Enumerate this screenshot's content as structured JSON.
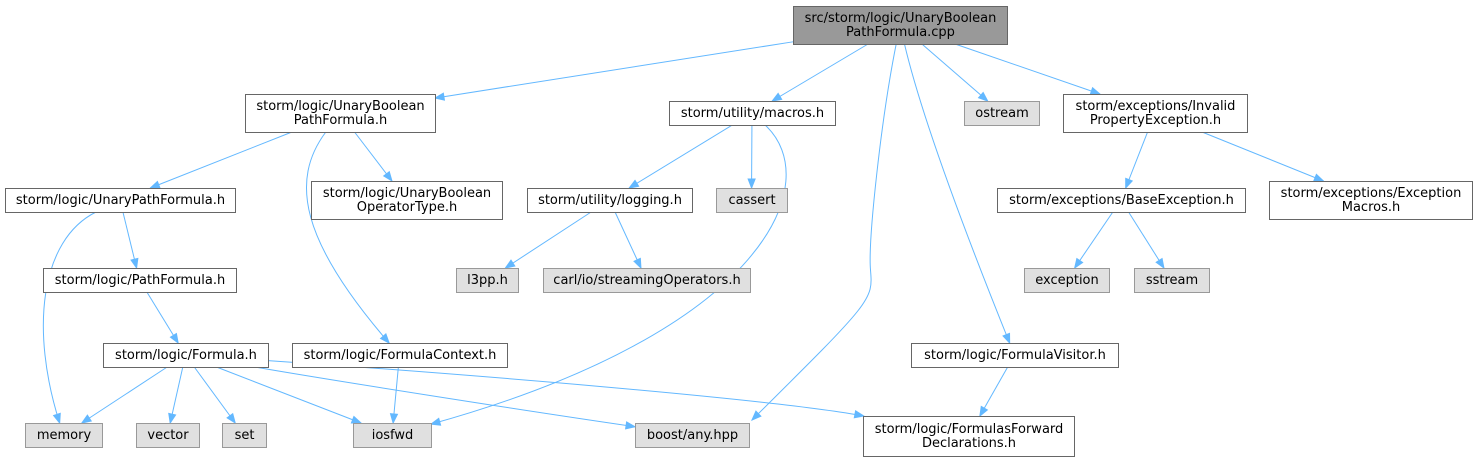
{
  "colors": {
    "root_fill": "#999999",
    "external_fill": "#e0e0e0",
    "external_border": "#999999",
    "node_fill": "#ffffff",
    "node_border": "#666666",
    "edge": "#63b8ff",
    "text": "#000000"
  },
  "nodes": [
    {
      "id": "root",
      "kind": "root",
      "lines": [
        "src/storm/logic/UnaryBoolean",
        "PathFormula.cpp"
      ]
    },
    {
      "id": "ubpf_h",
      "kind": "header",
      "lines": [
        "storm/logic/UnaryBoolean",
        "PathFormula.h"
      ]
    },
    {
      "id": "macros_h",
      "kind": "header",
      "lines": [
        "storm/utility/macros.h"
      ]
    },
    {
      "id": "ostream",
      "kind": "external",
      "lines": [
        "ostream"
      ]
    },
    {
      "id": "invalidprop_h",
      "kind": "header",
      "lines": [
        "storm/exceptions/Invalid",
        "PropertyException.h"
      ]
    },
    {
      "id": "upf_h",
      "kind": "header",
      "lines": [
        "storm/logic/UnaryPathFormula.h"
      ]
    },
    {
      "id": "ubot_h",
      "kind": "header",
      "lines": [
        "storm/logic/UnaryBoolean",
        "OperatorType.h"
      ]
    },
    {
      "id": "logging_h",
      "kind": "header",
      "lines": [
        "storm/utility/logging.h"
      ]
    },
    {
      "id": "cassert",
      "kind": "external",
      "lines": [
        "cassert"
      ]
    },
    {
      "id": "baseexc_h",
      "kind": "header",
      "lines": [
        "storm/exceptions/BaseException.h"
      ]
    },
    {
      "id": "excmacros_h",
      "kind": "header",
      "lines": [
        "storm/exceptions/Exception",
        "Macros.h"
      ]
    },
    {
      "id": "pathformula_h",
      "kind": "header",
      "lines": [
        "storm/logic/PathFormula.h"
      ]
    },
    {
      "id": "l3pp_h",
      "kind": "external",
      "lines": [
        "l3pp.h"
      ]
    },
    {
      "id": "streamops_h",
      "kind": "external",
      "lines": [
        "carl/io/streamingOperators.h"
      ]
    },
    {
      "id": "exception",
      "kind": "external",
      "lines": [
        "exception"
      ]
    },
    {
      "id": "sstream",
      "kind": "external",
      "lines": [
        "sstream"
      ]
    },
    {
      "id": "formula_h",
      "kind": "header",
      "lines": [
        "storm/logic/Formula.h"
      ]
    },
    {
      "id": "formulactx_h",
      "kind": "header",
      "lines": [
        "storm/logic/FormulaContext.h"
      ]
    },
    {
      "id": "formulavis_h",
      "kind": "header",
      "lines": [
        "storm/logic/FormulaVisitor.h"
      ]
    },
    {
      "id": "memory",
      "kind": "external",
      "lines": [
        "memory"
      ]
    },
    {
      "id": "vector",
      "kind": "external",
      "lines": [
        "vector"
      ]
    },
    {
      "id": "set",
      "kind": "external",
      "lines": [
        "set"
      ]
    },
    {
      "id": "iosfwd",
      "kind": "external",
      "lines": [
        "iosfwd"
      ]
    },
    {
      "id": "boostany",
      "kind": "external",
      "lines": [
        "boost/any.hpp"
      ]
    },
    {
      "id": "fwddecl_h",
      "kind": "header",
      "lines": [
        "storm/logic/FormulasForward",
        "Declarations.h"
      ]
    }
  ],
  "edges": [
    [
      "root",
      "ubpf_h"
    ],
    [
      "root",
      "macros_h"
    ],
    [
      "root",
      "boostany"
    ],
    [
      "root",
      "ostream"
    ],
    [
      "root",
      "invalidprop_h"
    ],
    [
      "root",
      "formulavis_h"
    ],
    [
      "ubpf_h",
      "upf_h"
    ],
    [
      "ubpf_h",
      "ubot_h"
    ],
    [
      "ubpf_h",
      "formulactx_h"
    ],
    [
      "macros_h",
      "logging_h"
    ],
    [
      "macros_h",
      "cassert"
    ],
    [
      "macros_h",
      "iosfwd"
    ],
    [
      "invalidprop_h",
      "baseexc_h"
    ],
    [
      "invalidprop_h",
      "excmacros_h"
    ],
    [
      "upf_h",
      "pathformula_h"
    ],
    [
      "upf_h",
      "memory"
    ],
    [
      "logging_h",
      "l3pp_h"
    ],
    [
      "logging_h",
      "streamops_h"
    ],
    [
      "baseexc_h",
      "exception"
    ],
    [
      "baseexc_h",
      "sstream"
    ],
    [
      "pathformula_h",
      "formula_h"
    ],
    [
      "formula_h",
      "memory"
    ],
    [
      "formula_h",
      "vector"
    ],
    [
      "formula_h",
      "set"
    ],
    [
      "formula_h",
      "iosfwd"
    ],
    [
      "formula_h",
      "boostany"
    ],
    [
      "formula_h",
      "fwddecl_h"
    ],
    [
      "formulactx_h",
      "iosfwd"
    ],
    [
      "formulavis_h",
      "fwddecl_h"
    ]
  ]
}
